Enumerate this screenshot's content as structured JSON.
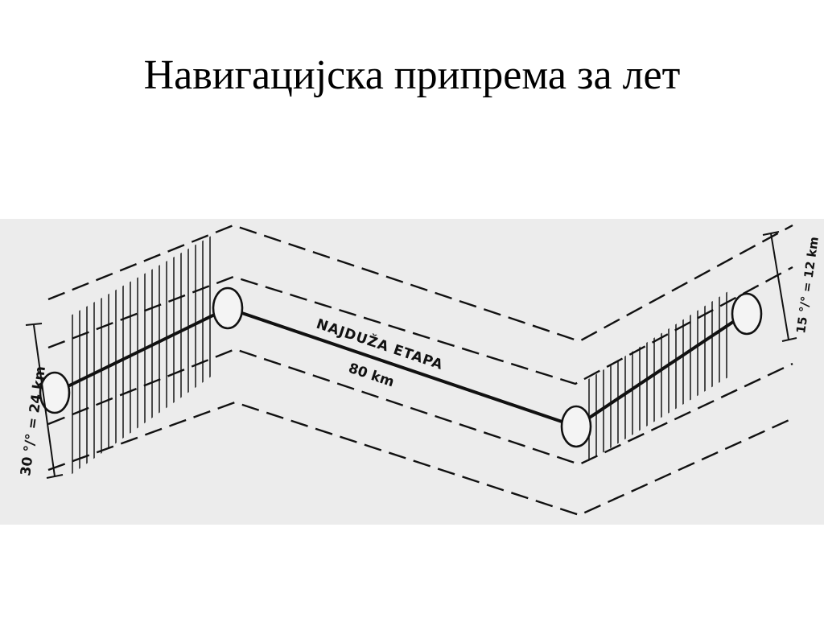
{
  "slide": {
    "title": "Навигацијска припрема за лет"
  },
  "diagram": {
    "route_label": "NAJDUŽA ETAPA",
    "route_distance": "80 km",
    "left_width_label": "30 °/° = 24 km",
    "right_width_label": "15 °/° = 12 km"
  }
}
